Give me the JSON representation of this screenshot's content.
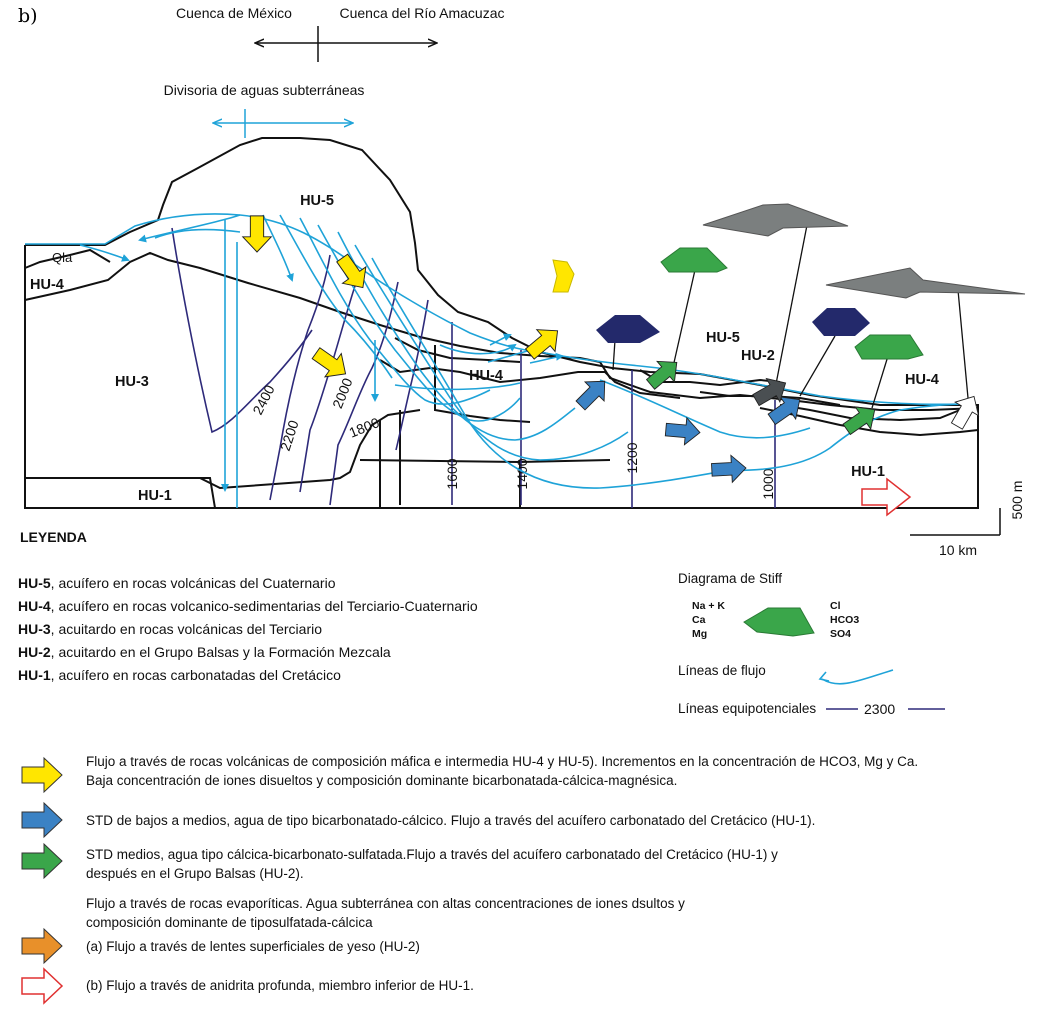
{
  "panel_label": "b)",
  "header": {
    "left_basin": "Cuenca de México",
    "right_basin": "Cuenca del Río Amacuzac",
    "divide_label": "Divisoria de aguas subterráneas"
  },
  "units": {
    "hu5_top": "HU-5",
    "hu5_right": "HU-5",
    "hu4_left": "HU-4",
    "hu4_mid": "HU-4",
    "hu4_right": "HU-4",
    "hu3": "HU-3",
    "hu2": "HU-2",
    "hu1_left": "HU-1",
    "hu1_right": "HU-1",
    "qla": "Qla"
  },
  "equipotentials": [
    "2400",
    "2200",
    "2000",
    "1800",
    "1600",
    "1400",
    "1200",
    "1000"
  ],
  "scale": {
    "vertical": "500 m",
    "horizontal": "10 km"
  },
  "legend": {
    "title": "LEYENDA",
    "units": [
      {
        "code": "HU-5",
        "desc": ", acuífero en rocas volcánicas del Cuaternario"
      },
      {
        "code": "HU-4",
        "desc": ", acuífero en rocas volcanico-sedimentarias del Terciario-Cuaternario"
      },
      {
        "code": "HU-3",
        "desc": ", acuitardo en rocas volcánicas del Terciario"
      },
      {
        "code": "HU-2",
        "desc": ", acuitardo en el Grupo Balsas y la Formación Mezcala"
      },
      {
        "code": "HU-1",
        "desc": ", acuífero en rocas carbonatadas del Cretácico"
      }
    ],
    "stiff": {
      "title": "Diagrama de Stiff",
      "cations": [
        "Na + K",
        "Ca",
        "Mg"
      ],
      "anions": [
        "Cl",
        "HCO3",
        "SO4"
      ]
    },
    "flow_lines": "Líneas de flujo",
    "equipotential_lines": "Líneas equipotenciales",
    "equipotential_example": "2300",
    "arrows": [
      {
        "color": "#ffe600",
        "text": "Flujo a través de rocas volcánicas de composición máfica e intermedia HU-4 y HU-5). Incrementos en la concentración de HCO3, Mg y Ca.",
        "text2": "Baja concentración de iones disueltos y composición dominante bicarbonatada-cálcica-magnésica."
      },
      {
        "color": "#3b82c4",
        "text": "STD de bajos a medios, agua de tipo bicarbonatado-cálcico. Flujo a través del acuífero carbonatado del Cretácico (HU-1).",
        "text2": ""
      },
      {
        "color": "#3aa64a",
        "text": "STD medios, agua tipo cálcica-bicarbonato-sulfatada.Flujo a través del acuífero carbonatado del Cretácico (HU-1) y",
        "text2": "después en el Grupo Balsas (HU-2)."
      }
    ],
    "evaporite_intro": "Flujo a través de rocas evaporíticas. Agua subterránea con altas concentraciones de iones dsultos y",
    "evaporite_intro2": "composición dominante de tiposulfatada-cálcica",
    "arrow_a": {
      "color": "#e8902a",
      "text": "(a) Flujo a través de lentes superficiales de yeso (HU-2)"
    },
    "arrow_b": {
      "color": "#e03030",
      "text": "(b) Flujo a través de anidrita profunda, miembro inferior de HU-1."
    }
  },
  "colors": {
    "flow_line": "#1fa3d8",
    "equipotential": "#2e2a7a",
    "yellow": "#ffe600",
    "blue_arrow": "#3b82c4",
    "green": "#3aa64a",
    "navy_stiff": "#23296b",
    "gray_stiff": "#7b7f7f",
    "dark_gray_arrow": "#4a4f52",
    "red_outline": "#e03030",
    "orange": "#e8902a"
  }
}
